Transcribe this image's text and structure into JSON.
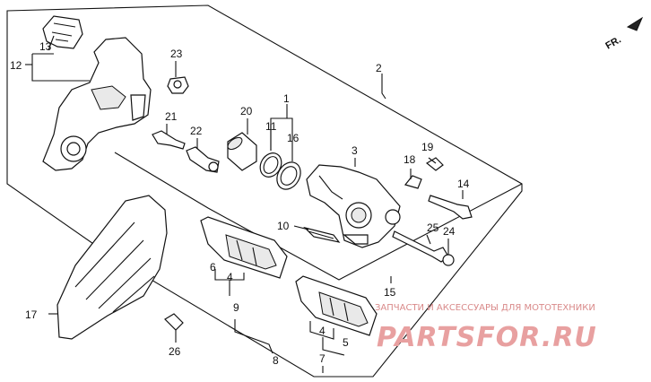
{
  "diagram": {
    "orientation_label": "FR.",
    "callouts": {
      "c1": "1",
      "c2": "2",
      "c3": "3",
      "c4a": "4",
      "c4b": "4",
      "c5": "5",
      "c6": "6",
      "c7": "7",
      "c8": "8",
      "c9": "9",
      "c10": "10",
      "c11": "11",
      "c12": "12",
      "c13": "13",
      "c14": "14",
      "c15": "15",
      "c16": "16",
      "c17": "17",
      "c18": "18",
      "c19": "19",
      "c20": "20",
      "c21": "21",
      "c22": "22",
      "c23": "23",
      "c24": "24",
      "c25": "25",
      "c26": "26"
    }
  },
  "watermark": {
    "tagline": "ЗАПЧАСТИ И АКСЕССУАРЫ ДЛЯ МОТОТЕХНИКИ",
    "logo": "PARTSFOR.RU"
  }
}
